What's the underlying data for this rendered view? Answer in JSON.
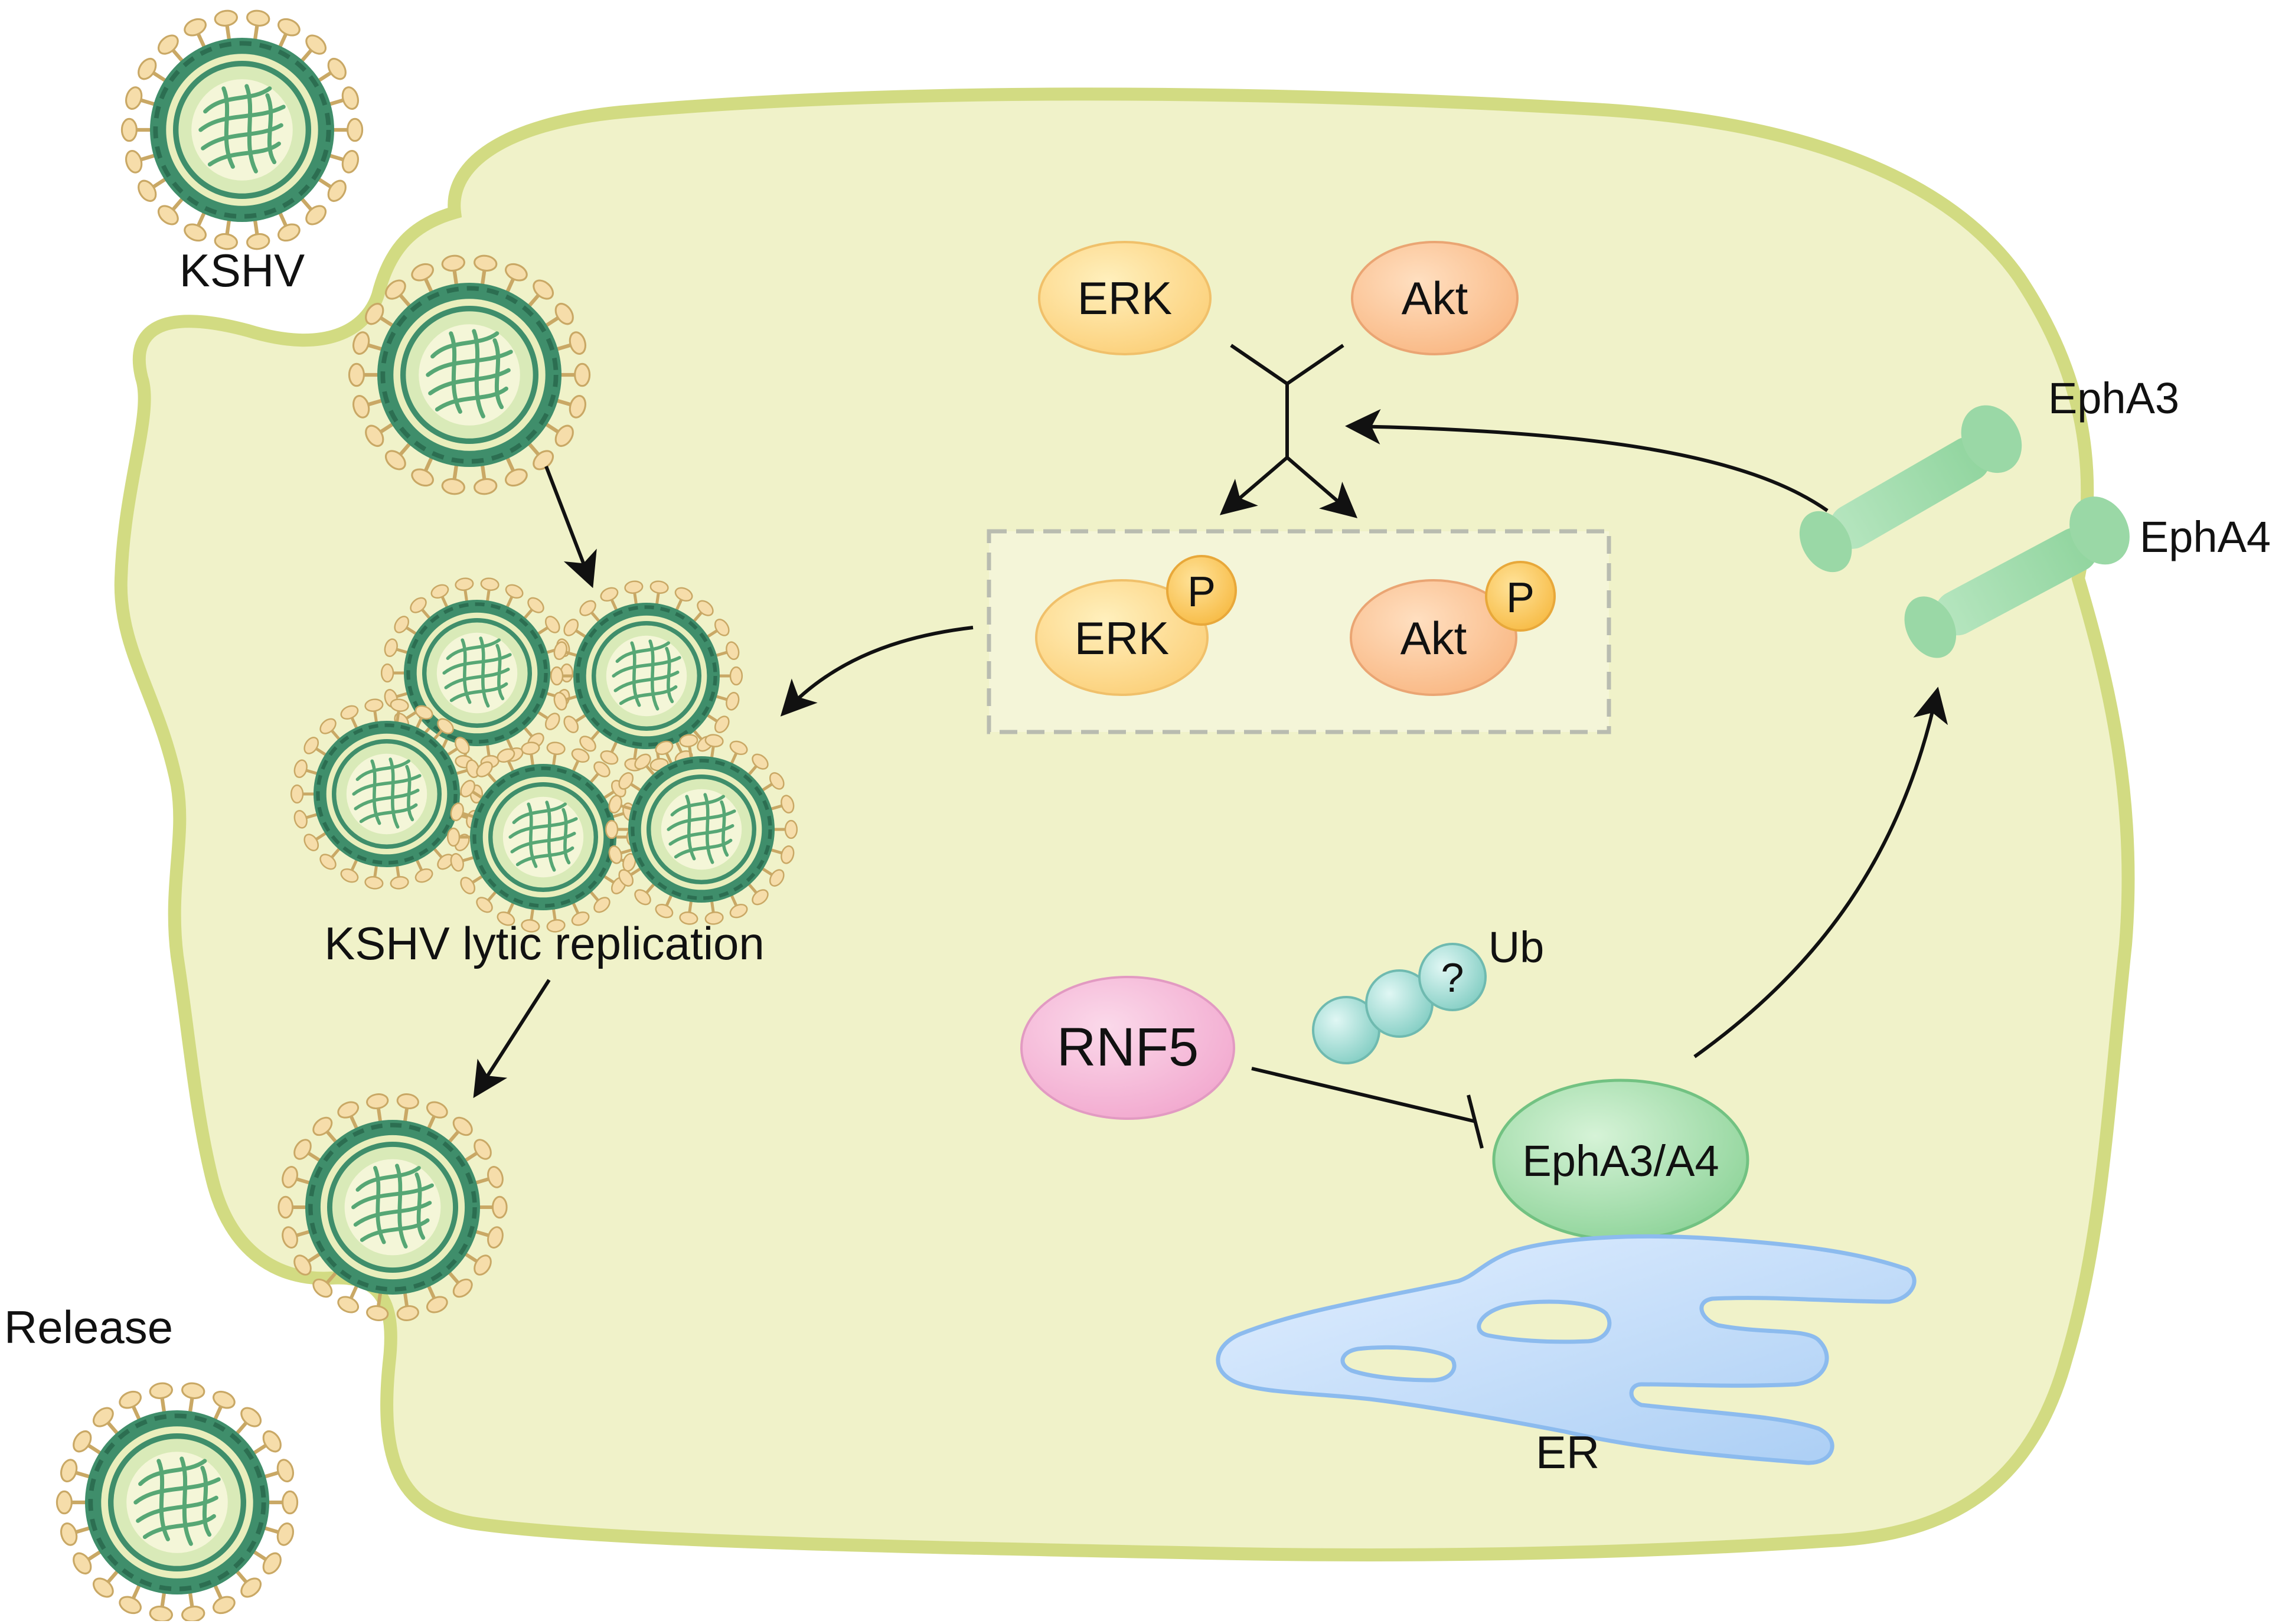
{
  "labels": {
    "kshv": "KSHV",
    "lytic": "KSHV lytic replication",
    "release": "Release",
    "erk": "ERK",
    "akt": "Akt",
    "erk_p": "ERK",
    "akt_p": "Akt",
    "p": "P",
    "epha3": "EphA3",
    "epha4": "EphA4",
    "rnf5": "RNF5",
    "ub": "Ub",
    "question": "?",
    "epha3a4": "EphA3/A4",
    "er": "ER"
  },
  "colors": {
    "cell_fill": "#f0f2c8",
    "cell_border": "#d4dc84",
    "erk_fill": "#fcd98a",
    "akt_fill": "#fbbf8f",
    "p_fill": "#fbc85a",
    "rnf5_fill": "#f4b6d6",
    "ub_fill": "#a8e0d8",
    "epha_fill": "#a6dfb0",
    "er_fill": "#c4dcf8",
    "virus_envelope": "#3d8c6a",
    "virus_spike": "#f3d7a0"
  }
}
